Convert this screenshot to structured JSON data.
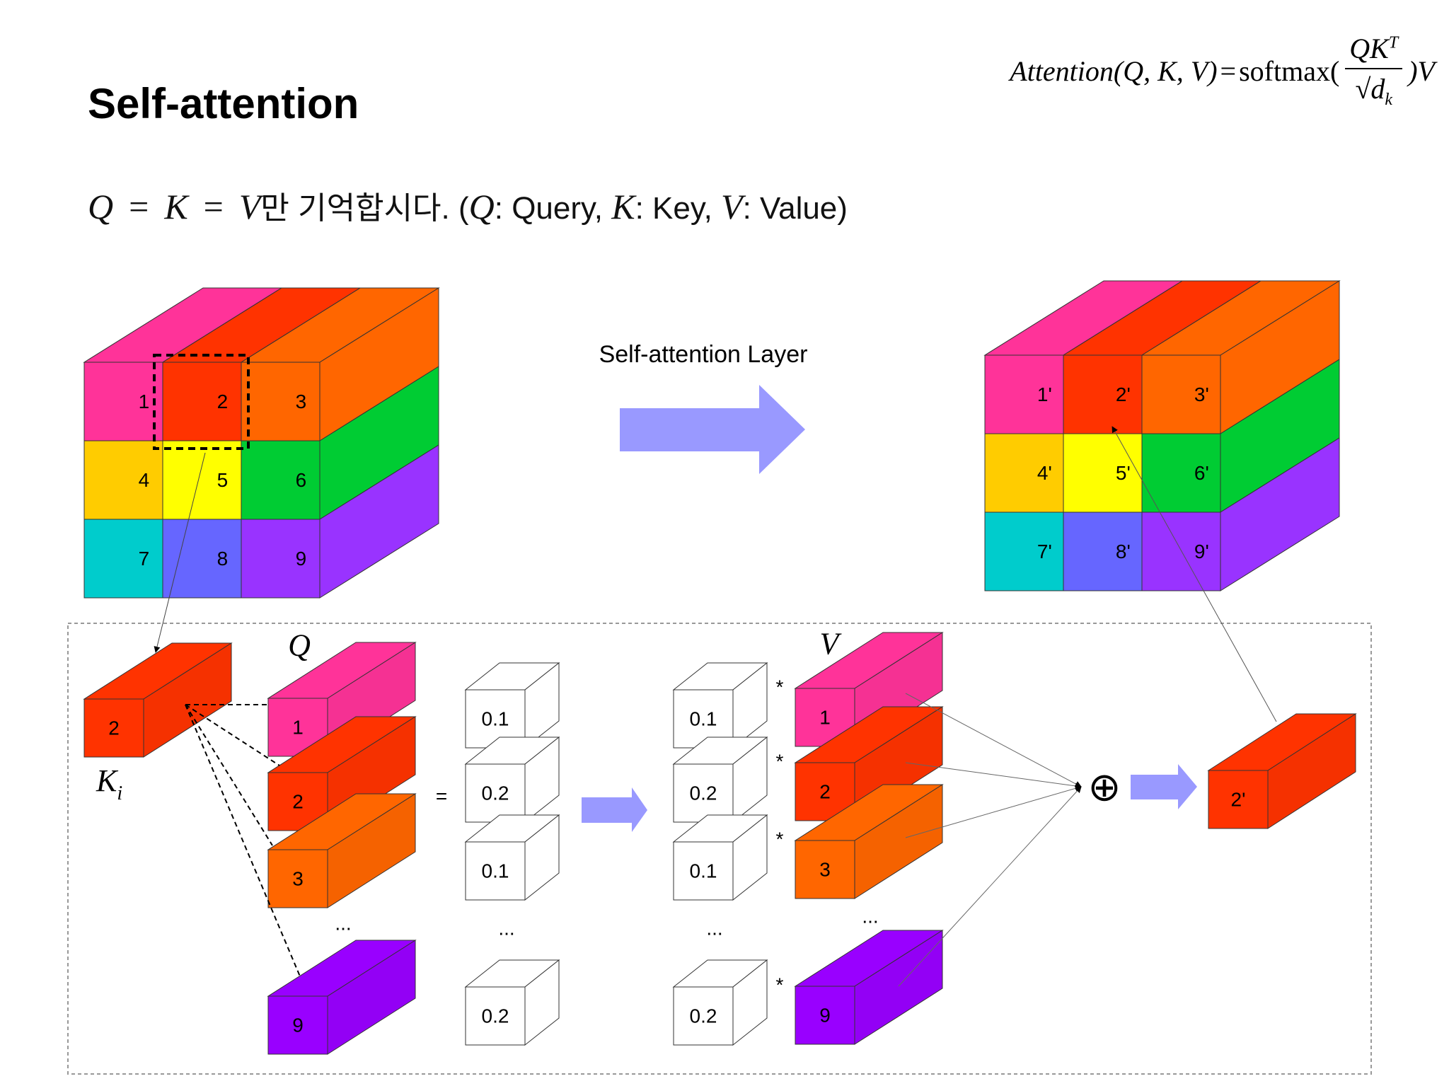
{
  "header": {
    "title": "Self-attention",
    "formula": {
      "lhs": "Attention(Q, K, V)",
      "eq": "=",
      "fn": "softmax(",
      "numerator": "QK",
      "numerator_sup": "T",
      "denominator": "√d",
      "denominator_sub": "k",
      "tail": ")V"
    },
    "subtitle": {
      "q": "Q",
      "eq": "=",
      "k": "K",
      "v": "V",
      "korean": "만 기억합시다. (",
      "q2": "Q",
      "query": ": Query, ",
      "k2": "K",
      "key": ": Key, ",
      "v2": "V",
      "value": ": Value)"
    }
  },
  "colors": {
    "pink": "#ff3399",
    "red": "#ff3300",
    "orange": "#ff6600",
    "yellow_orange": "#ffcc00",
    "yellow": "#ffff00",
    "green": "#00cc33",
    "cyan": "#00cccc",
    "blue": "#6666ff",
    "purple": "#9933ff",
    "violet": "#9900ff",
    "arrow": "#9999ff"
  },
  "input_grid": [
    "1",
    "2",
    "3",
    "4",
    "5",
    "6",
    "7",
    "8",
    "9"
  ],
  "layer_label": "Self-attention Layer",
  "output_grid": [
    "1'",
    "2'",
    "3'",
    "4'",
    "5'",
    "6'",
    "7'",
    "8'",
    "9'"
  ],
  "key_block": {
    "label": "2",
    "name": "K",
    "name_sub": "i"
  },
  "query_column": {
    "title": "Q",
    "labels": [
      "1",
      "2",
      "3",
      "9"
    ],
    "ellipsis": "..."
  },
  "equals": "=",
  "scores": {
    "values": [
      "0.1",
      "0.2",
      "0.1",
      "0.2"
    ],
    "ellipsis": "..."
  },
  "weights": {
    "values": [
      "0.1",
      "0.2",
      "0.1",
      "0.2"
    ],
    "ellipsis": "..."
  },
  "multiply": "*",
  "value_column": {
    "title": "V",
    "labels": [
      "1",
      "2",
      "3",
      "9"
    ],
    "ellipsis": "..."
  },
  "sum_symbol": "⊕",
  "output_block": {
    "label": "2'"
  }
}
